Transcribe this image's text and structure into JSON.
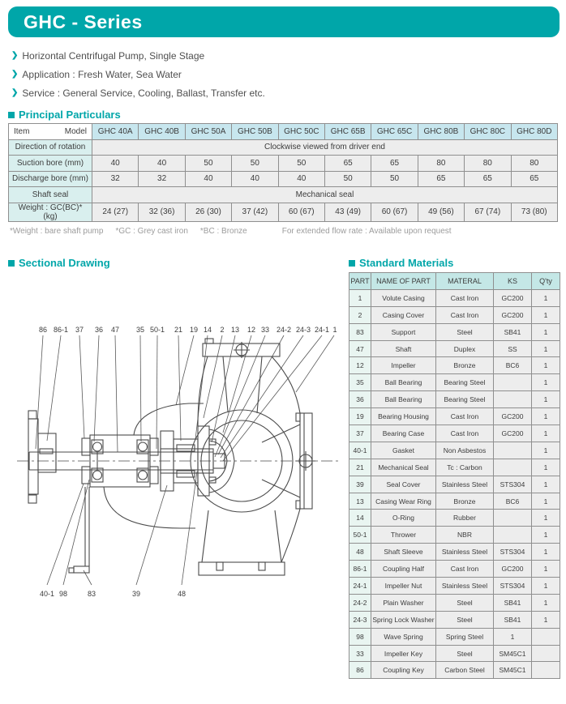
{
  "header": {
    "title": "GHC - Series"
  },
  "intro": {
    "bullets": [
      "Horizontal Centrifugal Pump, Single Stage",
      "Application : Fresh Water, Sea Water",
      "Service : General Service, Cooling, Ballast, Transfer etc."
    ]
  },
  "principal": {
    "heading": "Principal Particulars",
    "corner": {
      "item": "Item",
      "model": "Model"
    },
    "models": [
      "GHC 40A",
      "GHC 40B",
      "GHC 50A",
      "GHC 50B",
      "GHC 50C",
      "GHC 65B",
      "GHC 65C",
      "GHC 80B",
      "GHC 80C",
      "GHC 80D"
    ],
    "rows": [
      {
        "label": "Direction of rotation",
        "span": "Clockwise viewed from driver end"
      },
      {
        "label": "Suction bore (mm)",
        "values": [
          "40",
          "40",
          "50",
          "50",
          "50",
          "65",
          "65",
          "80",
          "80",
          "80"
        ]
      },
      {
        "label": "Discharge bore (mm)",
        "values": [
          "32",
          "32",
          "40",
          "40",
          "40",
          "50",
          "50",
          "65",
          "65",
          "65"
        ]
      },
      {
        "label": "Shaft seal",
        "span": "Mechanical seal"
      },
      {
        "label": "Weight : GC(BC)* (kg)",
        "values": [
          "24 (27)",
          "32 (36)",
          "26 (30)",
          "37 (42)",
          "60 (67)",
          "43 (49)",
          "60 (67)",
          "49 (56)",
          "67 (74)",
          "73 (80)"
        ]
      }
    ],
    "footnotes": [
      "*Weight : bare shaft pump",
      "*GC : Grey cast iron",
      "*BC : Bronze",
      "For extended flow rate : Available upon request"
    ]
  },
  "sectional": {
    "heading": "Sectional Drawing",
    "top_labels": [
      "86",
      "86-1",
      "37",
      "36",
      "47",
      "35",
      "50-1",
      "21",
      "19",
      "14",
      "2",
      "13",
      "12",
      "33",
      "24-2",
      "24-3",
      "24-1",
      "1"
    ],
    "bottom_labels": [
      "40-1",
      "98",
      "83",
      "39",
      "48"
    ]
  },
  "materials": {
    "heading": "Standard Materials",
    "columns": [
      "PART",
      "NAME OF PART",
      "MATERAL",
      "KS",
      "Q'ty"
    ],
    "rows": [
      [
        "1",
        "Volute Casing",
        "Cast Iron",
        "GC200",
        "1"
      ],
      [
        "2",
        "Casing Cover",
        "Cast Iron",
        "GC200",
        "1"
      ],
      [
        "83",
        "Support",
        "Steel",
        "SB41",
        "1"
      ],
      [
        "47",
        "Shaft",
        "Duplex",
        "SS",
        "1"
      ],
      [
        "12",
        "Impeller",
        "Bronze",
        "BC6",
        "1"
      ],
      [
        "35",
        "Ball Bearing",
        "Bearing Steel",
        "",
        "1"
      ],
      [
        "36",
        "Ball Bearing",
        "Bearing Steel",
        "",
        "1"
      ],
      [
        "19",
        "Bearing Housing",
        "Cast Iron",
        "GC200",
        "1"
      ],
      [
        "37",
        "Bearing Case",
        "Cast Iron",
        "GC200",
        "1"
      ],
      [
        "40-1",
        "Gasket",
        "Non Asbestos",
        "",
        "1"
      ],
      [
        "21",
        "Mechanical Seal",
        "Tc : Carbon",
        "",
        "1"
      ],
      [
        "39",
        "Seal Cover",
        "Stainless Steel",
        "STS304",
        "1"
      ],
      [
        "13",
        "Casing Wear Ring",
        "Bronze",
        "BC6",
        "1"
      ],
      [
        "14",
        "O-Ring",
        "Rubber",
        "",
        "1"
      ],
      [
        "50-1",
        "Thrower",
        "NBR",
        "",
        "1"
      ],
      [
        "48",
        "Shaft Sleeve",
        "Stainless Steel",
        "STS304",
        "1"
      ],
      [
        "86-1",
        "Coupling Half",
        "Cast Iron",
        "GC200",
        "1"
      ],
      [
        "24-1",
        "Impeller Nut",
        "Stainless Steel",
        "STS304",
        "1"
      ],
      [
        "24-2",
        "Plain Washer",
        "Steel",
        "SB41",
        "1"
      ],
      [
        "24-3",
        "Spring Lock Washer",
        "Steel",
        "SB41",
        "1"
      ],
      [
        "98",
        "Wave Spring",
        "Spring Steel",
        "1",
        ""
      ],
      [
        "33",
        "Impeller Key",
        "Steel",
        "SM45C1",
        ""
      ],
      [
        "86",
        "Coupling Key",
        "Carbon Steel",
        "SM45C1",
        ""
      ]
    ]
  },
  "colors": {
    "accent_teal": "#00a6a9",
    "model_header_bg": "#c7e6ee",
    "item_label_bg": "#d9efee",
    "cell_bg": "#ededed",
    "materials_header_bg": "#c4e7e6",
    "part_col_bg": "#e9f5f1"
  }
}
